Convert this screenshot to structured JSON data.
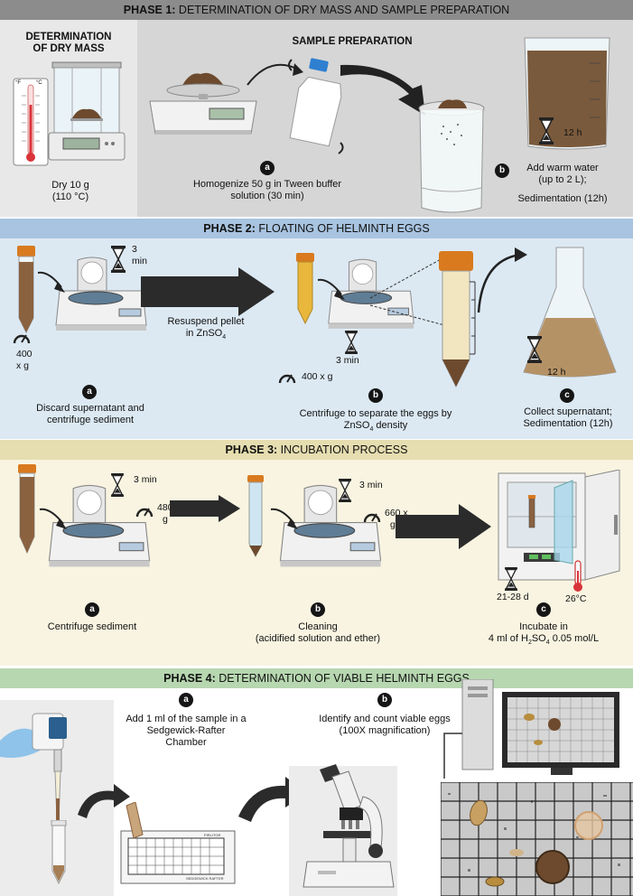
{
  "colors": {
    "phase1_header": "#8c8c8c",
    "phase1_panel": "#d6d6d6",
    "phase1_left": "#e8e8e8",
    "phase2_header": "#a8c4e0",
    "phase2_panel": "#dce9f3",
    "phase3_header": "#e6ddb0",
    "phase3_panel": "#f8f4e1",
    "phase4_header": "#b7d7b0",
    "arrow": "#2b2b2b",
    "soil": "#6d4a2e",
    "tube_cap": "#d97a1f"
  },
  "phase1": {
    "header_bold": "PHASE 1:",
    "header_rest": " DETERMINATION OF DRY MASS AND SAMPLE PREPARATION",
    "left_title": "DETERMINATION OF DRY MASS",
    "left_caption_1": "Dry 10 g",
    "left_caption_2": "(110 °C)",
    "thermo_f": "°F",
    "thermo_c": "°C",
    "section_title": "SAMPLE PREPARATION",
    "step_a": "a",
    "step_a_text_1": "Homogenize 50 g in Tween buffer",
    "step_a_text_2": "solution (30 min)",
    "step_b": "b",
    "step_b_text_1": "Add warm water",
    "step_b_text_2": "(up to 2 L);",
    "step_b_text_3": "Sedimentation (12h)",
    "timer": "12 h"
  },
  "phase2": {
    "header_bold": "PHASE 2:",
    "header_rest": " FLOATING OF HELMINTH EGGS",
    "timer1_1": "3",
    "timer1_2": "min",
    "force1_1": "400",
    "force1_2": "x g",
    "arrow_label_1": "Resuspend pellet",
    "arrow_label_2": "in ZnSO",
    "arrow_label_sub": "4",
    "timer2": "3 min",
    "force2": "400 x g",
    "timer3": "12 h",
    "step_a": "a",
    "step_a_text_1": "Discard supernatant and",
    "step_a_text_2": "centrifuge sediment",
    "step_b": "b",
    "step_b_text_1": "Centrifuge to separate the eggs by",
    "step_b_text_2": "ZnSO",
    "step_b_sub": "4",
    "step_b_text_3": " density",
    "step_c": "c",
    "step_c_text_1": "Collect supernatant;",
    "step_c_text_2": "Sedimentation (12h)"
  },
  "phase3": {
    "header_bold": "PHASE 3:",
    "header_rest": " INCUBATION PROCESS",
    "timer1": "3 min",
    "force1_1": "480 x",
    "force1_2": "g",
    "timer2": "3 min",
    "force2_1": "660 x",
    "force2_2": "g",
    "timer3": "21-28 d",
    "temperature": "26°C",
    "step_a": "a",
    "step_a_text": "Centrifuge sediment",
    "step_b": "b",
    "step_b_text_1": "Cleaning",
    "step_b_text_2": "(acidified solution and ether)",
    "step_c": "c",
    "step_c_text_1": "Incubate in",
    "step_c_text_2a": "4 ml of H",
    "step_c_sub1": "2",
    "step_c_text_2b": "SO",
    "step_c_sub2": "4",
    "step_c_text_2c": " 0.05 mol/L"
  },
  "phase4": {
    "header_bold": "PHASE 4:",
    "header_rest": " DETERMINATION OF VIABLE HELMINTH EGGS",
    "step_a": "a",
    "step_a_text_1": "Add 1 ml of the sample in a",
    "step_a_text_2": "Sedgewick-Rafter",
    "step_a_text_3": "Chamber",
    "step_b": "b",
    "step_b_text_1": "Identify and count viable eggs",
    "step_b_text_2": "(100X magnification)",
    "slide_label_top": "PIRLITOR",
    "slide_label_bottom": "SEDGEWICK RAFTER"
  }
}
